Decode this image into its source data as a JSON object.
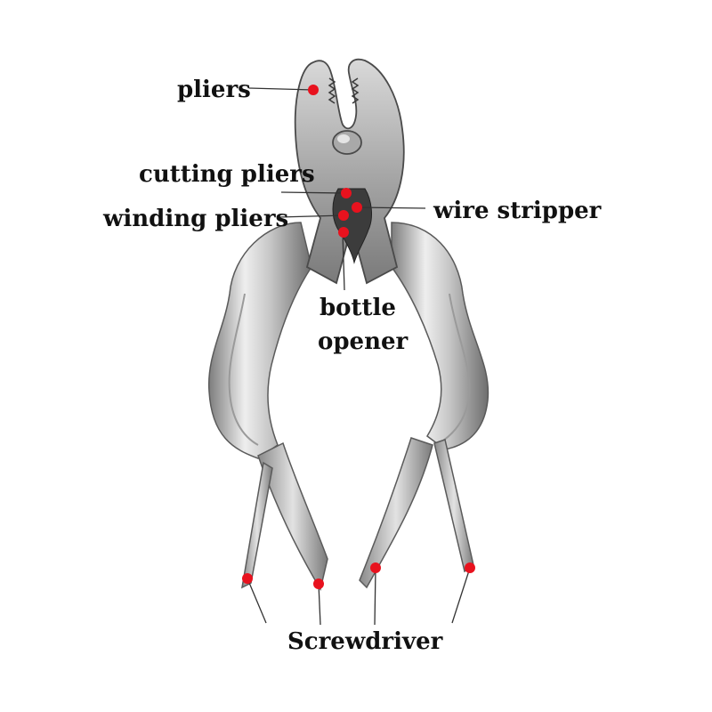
{
  "diagram": {
    "labels": {
      "pliers": "pliers",
      "cutting_pliers": "cutting pliers",
      "winding_pliers": "winding pliers",
      "wire_stripper": "wire stripper",
      "bottle": "bottle",
      "opener": "opener",
      "screwdriver": "Screwdriver"
    }
  },
  "colors": {
    "marker": "#e8121e",
    "leader": "#333333",
    "metal_light": "#e6e6e6",
    "metal_mid": "#b4b4b4",
    "metal_dark": "#6a6a6a",
    "label_text": "#111111"
  }
}
